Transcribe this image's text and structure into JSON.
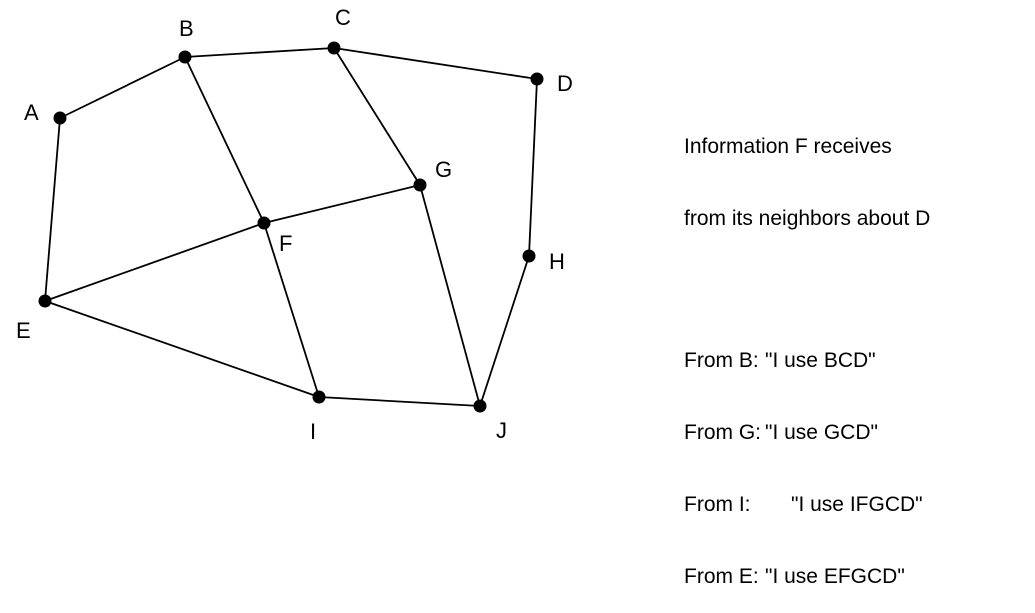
{
  "diagram": {
    "nodes": [
      {
        "id": "A",
        "label": "A"
      },
      {
        "id": "B",
        "label": "B"
      },
      {
        "id": "C",
        "label": "C"
      },
      {
        "id": "D",
        "label": "D"
      },
      {
        "id": "E",
        "label": "E"
      },
      {
        "id": "F",
        "label": "F"
      },
      {
        "id": "G",
        "label": "G"
      },
      {
        "id": "H",
        "label": "H"
      },
      {
        "id": "I",
        "label": "I"
      },
      {
        "id": "J",
        "label": "J"
      }
    ],
    "edges": [
      [
        "A",
        "B"
      ],
      [
        "B",
        "C"
      ],
      [
        "C",
        "D"
      ],
      [
        "A",
        "E"
      ],
      [
        "B",
        "F"
      ],
      [
        "C",
        "G"
      ],
      [
        "D",
        "H"
      ],
      [
        "E",
        "F"
      ],
      [
        "F",
        "G"
      ],
      [
        "E",
        "I"
      ],
      [
        "F",
        "I"
      ],
      [
        "G",
        "J"
      ],
      [
        "H",
        "J"
      ],
      [
        "I",
        "J"
      ]
    ]
  },
  "info": {
    "title_line1": "Information F receives",
    "title_line2": "from its neighbors about D",
    "messages": [
      {
        "from": "From B:",
        "text": "\"I use BCD\""
      },
      {
        "from": "From G:",
        "text": "\"I use GCD\""
      },
      {
        "from": "From I:",
        "text": "\"I use IFGCD\""
      },
      {
        "from": "From E:",
        "text": "\"I use EFGCD\""
      }
    ]
  }
}
